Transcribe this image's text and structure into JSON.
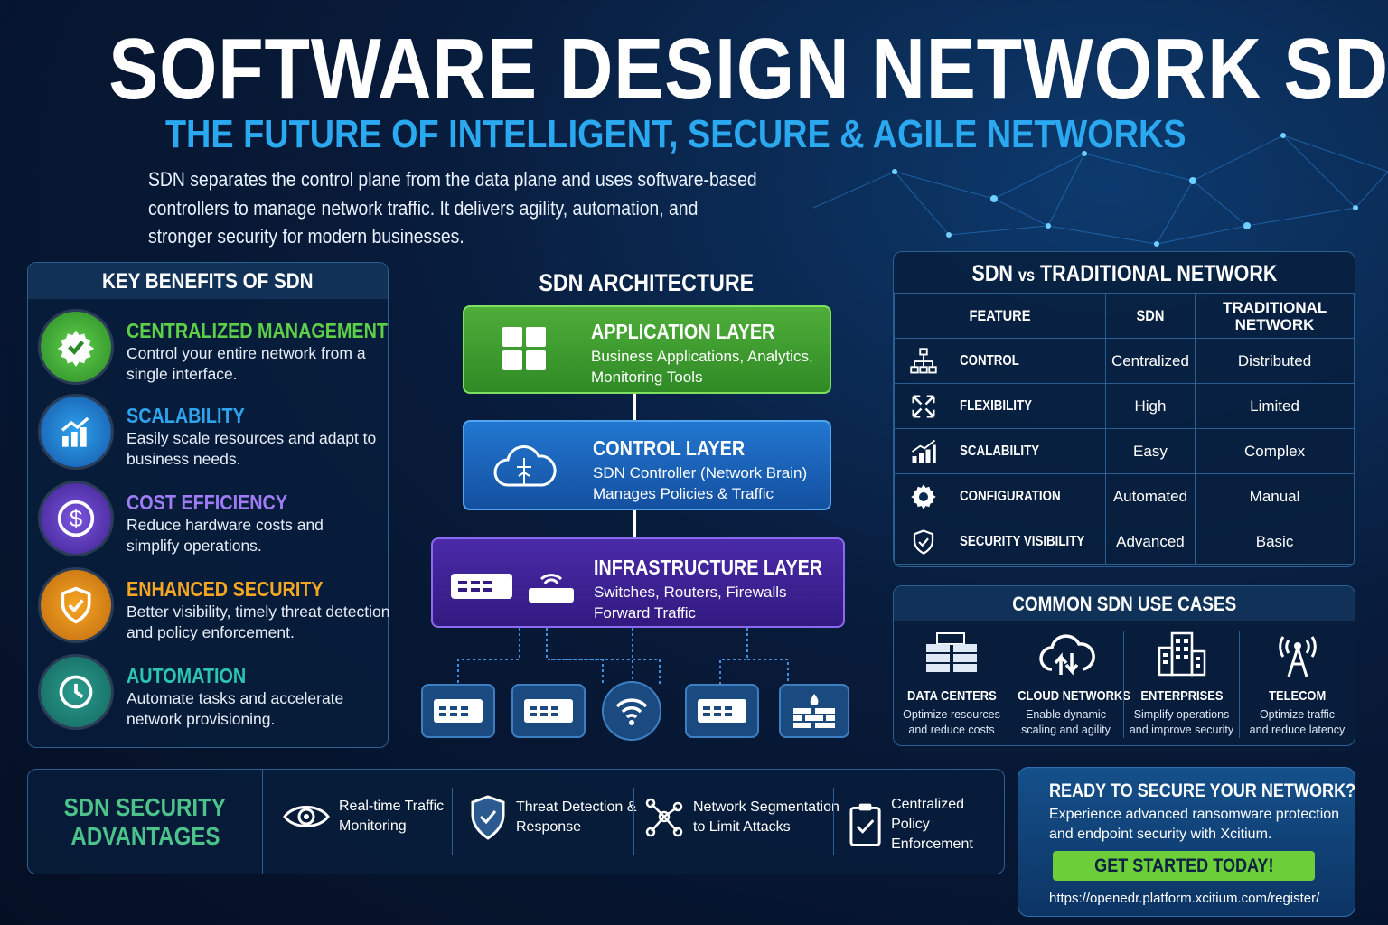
{
  "title": "SOFTWARE DESIGN NETWORK SDN",
  "subtitle": "THE FUTURE OF INTELLIGENT, SECURE & AGILE NETWORKS",
  "intro": [
    "SDN separates the control plane from the data plane and uses software-based",
    "controllers to manage network traffic. It delivers agility, automation, and",
    "stronger security for modern businesses."
  ],
  "benefits": {
    "heading": "KEY BENEFITS OF SDN",
    "items": [
      {
        "title": "CENTRALIZED MANAGEMENT",
        "desc": "Control your entire network from a single interface.",
        "color": "#5ed048",
        "icon": "gear-check-icon"
      },
      {
        "title": "SCALABILITY",
        "desc": "Easily scale resources and adapt to business needs.",
        "color": "#2fa3ee",
        "icon": "chart-growth-icon"
      },
      {
        "title": "COST EFFICIENCY",
        "desc": "Reduce hardware costs and simplify operations.",
        "color": "#9f7cf5",
        "icon": "dollar-icon"
      },
      {
        "title": "ENHANCED SECURITY",
        "desc": "Better visibility, timely threat detection and policy enforcement.",
        "color": "#f5a623",
        "icon": "shield-check-icon"
      },
      {
        "title": "AUTOMATION",
        "desc": "Automate tasks and accelerate network provisioning.",
        "color": "#2cc6b0",
        "icon": "clock-icon"
      }
    ]
  },
  "architecture": {
    "heading": "SDN ARCHITECTURE",
    "layers": [
      {
        "title": "APPLICATION LAYER",
        "desc": [
          "Business Applications, Analytics,",
          "Monitoring Tools"
        ]
      },
      {
        "title": "CONTROL LAYER",
        "desc": [
          "SDN Controller (Network Brain)",
          "Manages Policies & Traffic"
        ]
      },
      {
        "title": "INFRASTRUCTURE LAYER",
        "desc": [
          "Switches, Routers, Firewalls",
          "Forward Traffic"
        ]
      }
    ]
  },
  "comparison": {
    "heading_a": "SDN",
    "heading_vs": "vs",
    "heading_b": "TRADITIONAL NETWORK",
    "columns": [
      "FEATURE",
      "SDN",
      "TRADITIONAL NETWORK"
    ],
    "rows": [
      {
        "feature": "CONTROL",
        "sdn": "Centralized",
        "traditional": "Distributed",
        "icon": "hierarchy-icon"
      },
      {
        "feature": "FLEXIBILITY",
        "sdn": "High",
        "traditional": "Limited",
        "icon": "expand-arrows-icon"
      },
      {
        "feature": "SCALABILITY",
        "sdn": "Easy",
        "traditional": "Complex",
        "icon": "bar-chart-icon"
      },
      {
        "feature": "CONFIGURATION",
        "sdn": "Automated",
        "traditional": "Manual",
        "icon": "gear-icon"
      },
      {
        "feature": "SECURITY VISIBILITY",
        "sdn": "Advanced",
        "traditional": "Basic",
        "icon": "shield-icon"
      }
    ]
  },
  "use_cases": {
    "heading": "COMMON SDN USE CASES",
    "items": [
      {
        "title": "DATA CENTERS",
        "desc": [
          "Optimize resources",
          "and reduce costs"
        ]
      },
      {
        "title": "CLOUD NETWORKS",
        "desc": [
          "Enable dynamic",
          "scaling and agility"
        ]
      },
      {
        "title": "ENTERPRISES",
        "desc": [
          "Simplify operations",
          "and improve security"
        ]
      },
      {
        "title": "TELECOM",
        "desc": [
          "Optimize traffic",
          "and reduce latency"
        ]
      }
    ]
  },
  "security": {
    "heading": [
      "SDN SECURITY",
      "ADVANTAGES"
    ],
    "items": [
      {
        "text": [
          "Real-time Traffic",
          "Monitoring"
        ]
      },
      {
        "text": [
          "Threat Detection &",
          "Response"
        ]
      },
      {
        "text": [
          "Network Segmentation",
          "to Limit Attacks"
        ]
      },
      {
        "text": [
          "Centralized Policy",
          "Enforcement"
        ]
      }
    ]
  },
  "cta": {
    "heading": "READY TO SECURE YOUR NETWORK?",
    "desc": [
      "Experience advanced ransomware protection",
      "and endpoint security with Xcitium."
    ],
    "button": "GET STARTED TODAY!",
    "url": "https://openedr.platform.xcitium.com/register/"
  }
}
